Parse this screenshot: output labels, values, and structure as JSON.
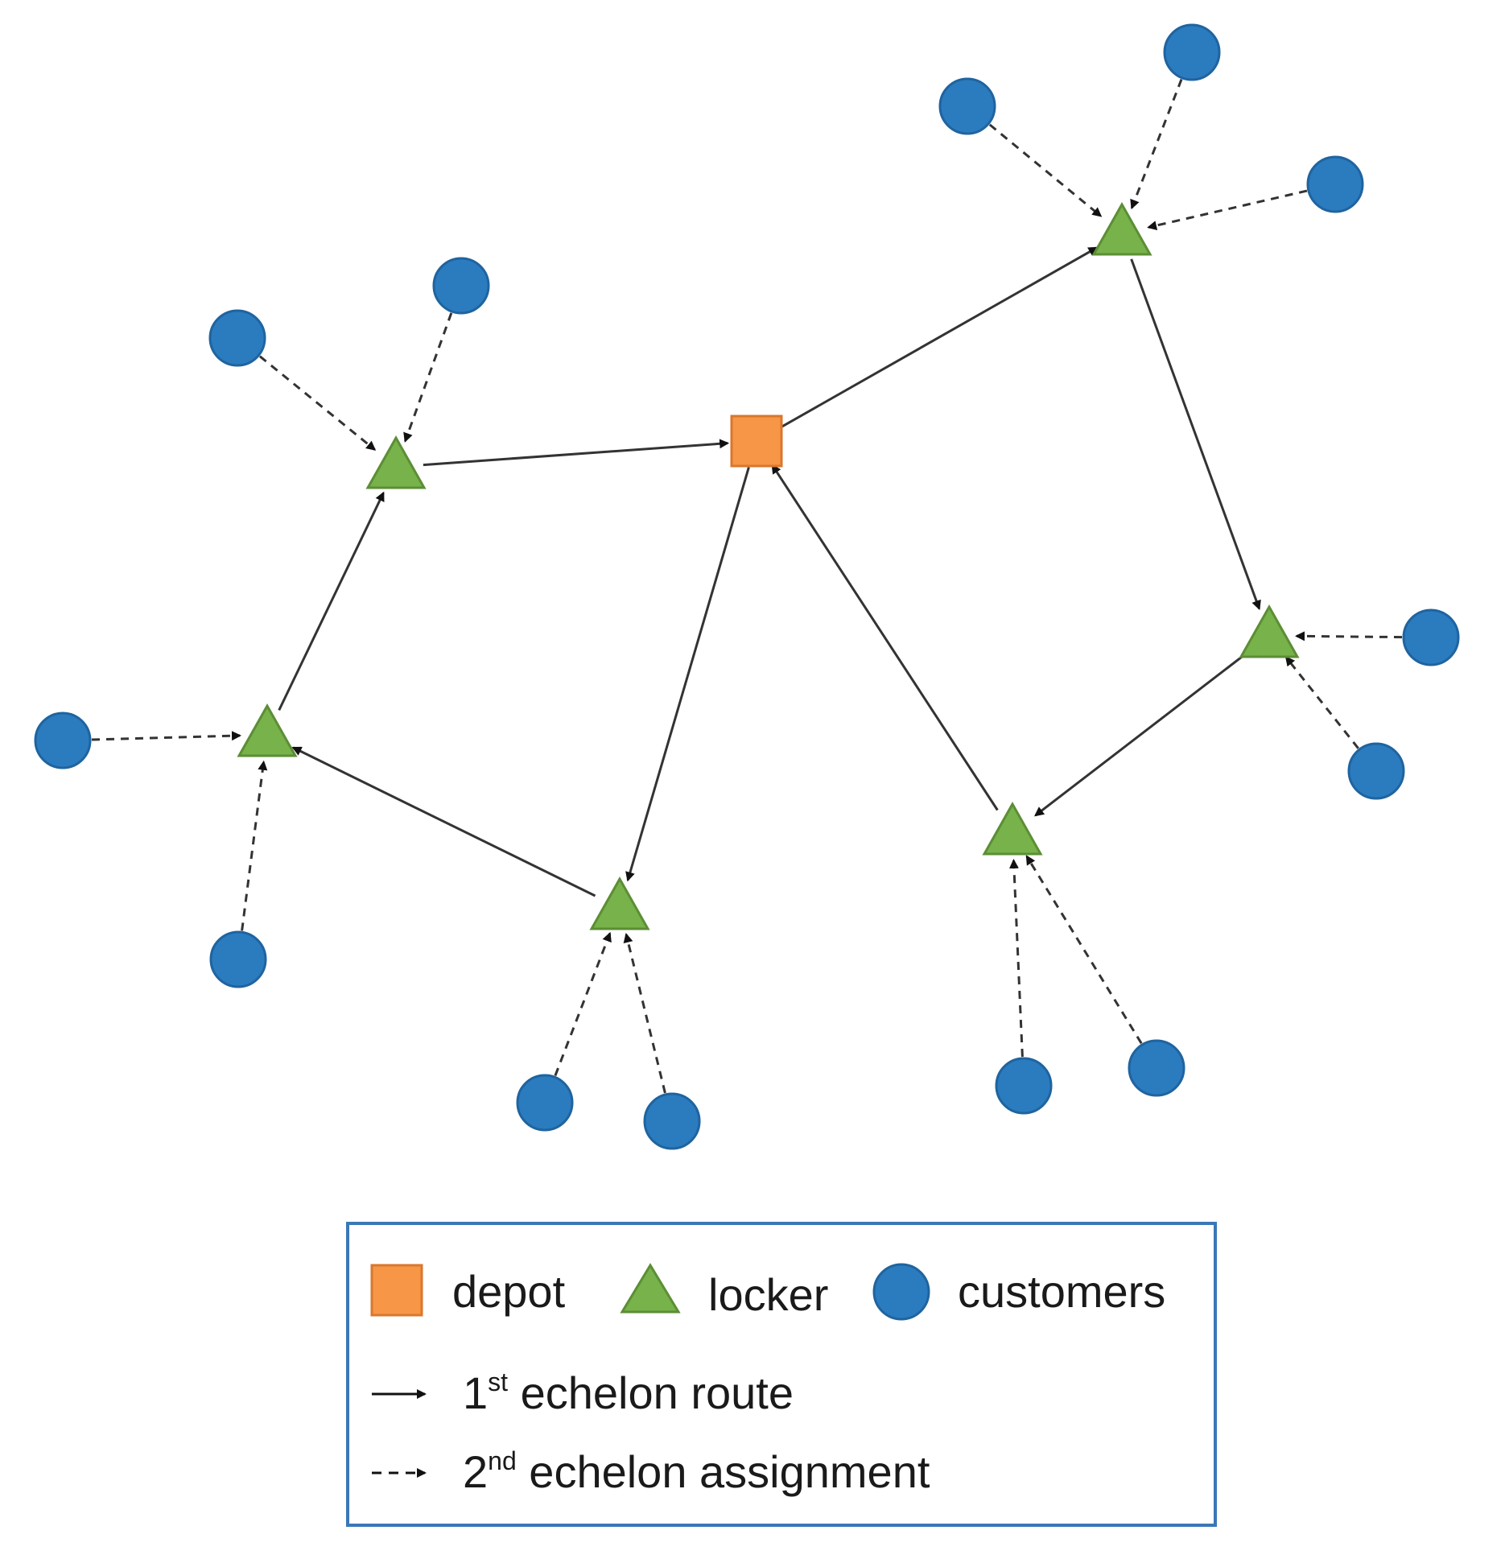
{
  "colors": {
    "depot_fill": "#f79646",
    "depot_stroke": "#d9772d",
    "locker_fill": "#77b24a",
    "locker_stroke": "#5c8e35",
    "customer_fill": "#2b7bbf",
    "customer_stroke": "#1f649f",
    "edge": "#333333",
    "legend_border": "#3a78b7"
  },
  "legend": {
    "depot": "depot",
    "locker": "locker",
    "customers": "customers",
    "route": {
      "prefix": "1",
      "sup": "st",
      "suffix": " echelon route"
    },
    "assignment": {
      "prefix": "2",
      "sup": "nd",
      "suffix": " echelon assignment"
    }
  }
}
